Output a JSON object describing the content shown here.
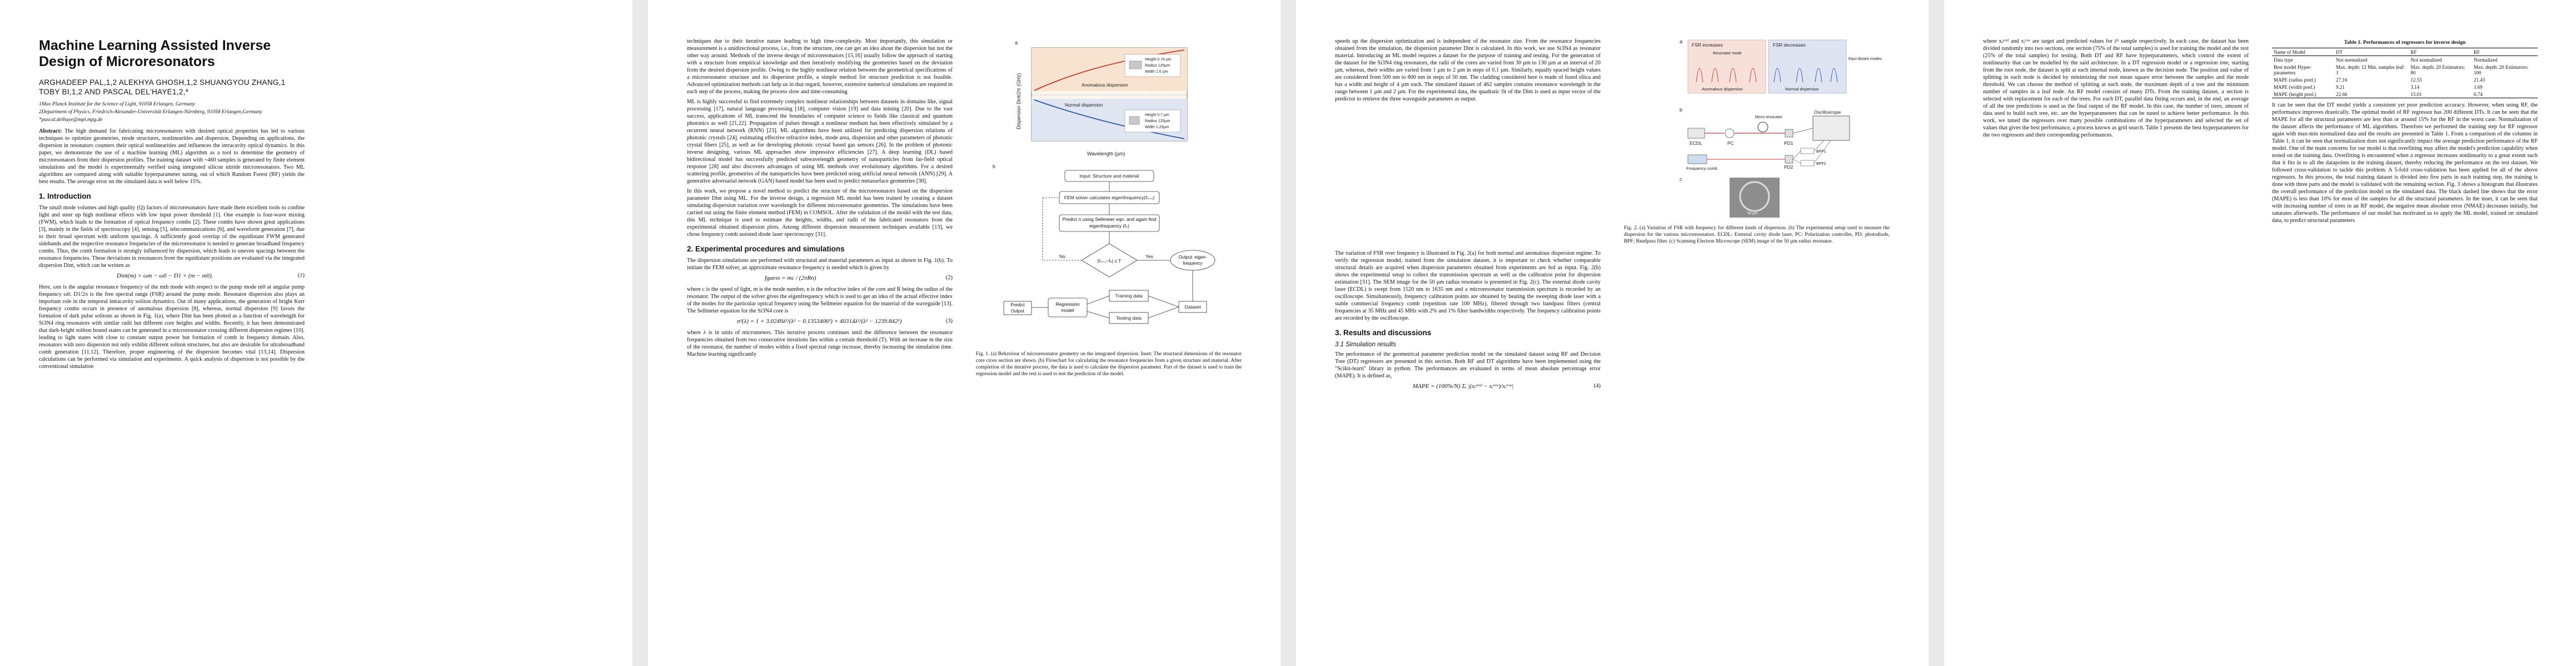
{
  "page1": {
    "title": "Machine Learning Assisted Inverse Design of Microresonators",
    "authors": "Arghadeep Pal,1,2 Alekhya Ghosh,1,2 Shuangyou Zhang,1 Toby Bi,1,2 and Pascal Del'Haye1,2,*",
    "aff1": "1Max Planck Institute for the Science of Light, 91058 Erlangen, Germany",
    "aff2": "2Department of Physics, Friedrich-Alexander-Universität Erlangen-Nürnberg, 91058 Erlangen,Germany",
    "aff3": "*pascal.delhaye@mpl.mpg.de",
    "abstract_label": "Abstract:",
    "abstract": "The high demand for fabricating microresonators with desired optical properties has led to various techniques to optimize geometries, mode structures, nonlinearities and dispersion. Depending on applications, the dispersion in resonators counters their optical nonlinearities and influences the intracavity optical dynamics. In this paper, we demonstrate the use of a machine learning (ML) algorithm as a tool to determine the geometry of microresonators from their dispersion profiles. The training dataset with ~460 samples is generated by finite element simulations and the model is experimentally verified using integrated silicon nitride microresonators. Two ML algorithms are compared along with suitable hyperparameter tuning, out of which Random Forest (RF) yields the best results. The average error on the simulated data is well below 15%.",
    "sec1": "1.   Introduction",
    "intro1": "The small mode volumes and high quality (Q) factors of microresonators have made them excellent tools to confine light and steer up high nonlinear effects with low input power threshold [1]. One example is four-wave mixing (FWM), which leads to the formation of optical frequency combs [2]. These combs have shown great applications [3], mainly in the fields of spectroscopy [4], sensing [5], telecommunications [6], and waveform generation [7], due to their broad spectrum with uniform spacings. A sufficiently good overlap of the equidistant FWM generated sidebands and the respective resonance frequencies of the microresonator is needed to generate broadband frequency combs. Thus, the comb formation is strongly influenced by dispersion, which leads to uneven spacings between the resonance frequencies. These deviations in resonances from the equidistant positions are evaluated via the integrated dispersion Dint, which can be written as",
    "eq1": "Dint(m) = ωm − ω0 − D1 × (m − m0).",
    "eq1_num": "(1)",
    "intro2": "Here, ωm is the angular resonance frequency of the mth mode with respect to the pump mode m0 at angular pump frequency ω0. D1/2π is the free spectral range (FSR) around the pump mode. Resonator dispersion also plays an important role in the temporal intracavity soliton dynamics. Out of many applications, the generation of bright Kerr frequency combs occurs in presence of anomalous dispersion [8], whereas, normal dispersion [9] favors the formation of dark pulse solitons as shown in Fig. 1(a), where Dint has been plotted as a function of wavelength for Si3N4 ring resonators with similar radii but different core heights and widths. Recently, it has been demonstrated that dark-bright soliton bound states can be generated in a microresonator crossing different dispersion regimes [10]. leading to light states with close to constant output power but formation of comb in frequency domain. Also, resonators with zero dispersion not only exhibit different soliton structures, but also are desirable for ultrabroadband comb generation [11,12]. Therefore, proper engineering of the dispersion becomes vital [13,14]. Dispersion calculations can be performed via simulation and experiments. A quick analysis of dispersion is not possible by the conventional simulation"
  },
  "page2": {
    "left1": "techniques due to their iterative nature leading to high time-complexity. Most importantly, this simulation or measurement is a unidirectional process, i.e., from the structure, one can get an idea about the dispersion but not the other way around. Methods of the inverse design of microresonators [15,16] usually follow the approach of starting with a structure from empirical knowledge and then iteratively modifying the geometries based on the deviation from the desired dispersion profile. Owing to the highly nonlinear relation between the geometrical specifications of a microresonator structure and its dispersion profile, a simple method for structure prediction is not feasible. Advanced optimization methods can help us in that regard, however, extensive numerical simulations are required in each step of the process, making the process slow and time-consuming.",
    "left2": "ML is highly successful to find extremely complex nonlinear relationships between datasets in domains like, signal processing [17], natural language processing [18], computer vision [19] and data mining [20]. Due to the vast success, applications of ML transcend the boundaries of computer science to fields like classical and quantum photonics as well [21,22]. Propagation of pulses through a nonlinear medium has been effectively simulated by a recurrent neural network (RNN) [23]. ML algorithms have been utilized for predicting dispersion relations of photonic crystals [24], estimating effective refractive index, mode area, dispersion and other parameters of photonic crystal fibers [25], as well as for developing photonic crystal based gas sensors [26]. In the problem of photonic inverse designing, various ML approaches show impressive efficiencies [27]. A deep learning (DL) based bidirectional model has successfully predicted subwavelength geometry of nanoparticles from far-field optical response [28] and also discovers advantages of using ML methods over evolutionary algorithms. For a desired scattering profile, geometries of the nanoparticles have been predicted using artificial neural network (ANN) [29]. A generative adversarial network (GAN) based model has been used to predict metasurface geometries [30].",
    "left3": "In this work, we propose a novel method to predict the structure of the microresonators based on the dispersion parameter Dint using ML. For the inverse design, a regression ML model has been trained by creating a dataset simulating dispersion variation over wavelength for different microresonator geometries. The simulations have been carried out using the finite element method (FEM) in COMSOL. After the validation of the model with the test data, this ML technique is used to estimate the heights, widths, and radii of the fabricated resonators from the experimental obtained dispersion plots. Among different dispersion measurement techniques available [13], we chose frequency comb assisted diode laser spectroscopy [31].",
    "sec2": "2.   Experimental procedures and simulations",
    "left4": "The dispersion simulations are performed with structural and material parameters as input as shown in Fig. 1(b). To initiate the FEM solver, an approximate resonance frequency is needed which is given by",
    "eq2": "fguess = mc / (2πRn)",
    "eq2_num": "(2)",
    "left5": "where c is the speed of light, m is the mode number, n is the refractive index of the core and R being the radius of the resonator. The output of the solver gives the eigenfrequency which is used to get an idea of the actual effective index of the modes for the particular optical frequency using the Sellmeier equation for the material of the waveguide [13]. The Sellmeier equation for the Si3N4 core is",
    "eq3": "n²(λ) = 1 + 3.0249λ²/(λ² − 0.1353406²) + 40314λ²/(λ² − 1239.842²)",
    "eq3_num": "(3)",
    "left6": "where λ is in units of micrometers. This iterative process continues until the difference between the resonance frequencies obtained from two consecutive iterations lies within a certain threshold (T). With an increase in the size of the resonator, the number of modes within a fixed spectral range increase, thereby increasing the simulation time. Machine learning significantly",
    "chart_ylabel": "Dispersion Dint/2π (GHz)",
    "chart_xlabel": "Wavelength (µm)",
    "chart_fig_a": "a",
    "chart_fig_b": "b",
    "chart_anom": "Anomalous dispersion",
    "chart_norm": "Normal dispersion",
    "chart_box1": [
      "Height 0.74 µm",
      "Radius 120µm",
      "Width 1.6 µm"
    ],
    "chart_box2": [
      "Height 0.7 µm",
      "Radius 120µm",
      "Width 1.25µm"
    ],
    "flow_input": "Input: Structure and material",
    "flow_fem": "FEM solver calculates eigenfrequency(fₙ₊₁)",
    "flow_predict": "Predict n using Sellmeier eqn. and again find eigenfrequency (fₙ)",
    "flow_cond": "|fₙ₊₁−fₙ| ≤ T",
    "flow_no": "No",
    "flow_yes": "Yes",
    "flow_output": "Output: eigen-frequency",
    "flow_training": "Training data",
    "flow_testing": "Testing data",
    "flow_dataset": "Dataset",
    "flow_regression": "Regression model",
    "flow_predict_out": "Predict Output",
    "fig1_caption": "Fig. 1. (a) Behaviour of microresonator geometry on the integrated dispersion. Inset: The structural dimensions of the resonator core cross section are shown. (b) Flowchart for calculating the resonance frequencies from a given structure and material. After completion of the iterative process, the data is used to calculate the dispersion parameter. Part of the dataset is used to train the regression model and the rest is used to test the prediction of the model."
  },
  "page3": {
    "left1": "speeds up the dispersion optimization and is independent of the resonator size. From the resonance frequencies obtained from the simulation, the dispersion parameter Dint is calculated. In this work, we use Si3N4 as resonator material. Introducing an ML model requires a dataset for the purpose of training and testing. For the generation of the dataset for the Si3N4 ring resonators, the radii of the cores are varied from 30 µm to 130 µm at an interval of 20 µm, whereas, their widths are varied from 1 µm to 2 µm in steps of 0.1 µm. Similarly, equally spaced height values are considered from 500 nm to 800 nm in steps of 50 nm. The cladding considered here is made of fused silica and has a width and height of 4 µm each. The simulated dataset of 462 samples contains resonance wavelength in the range between 1 µm and 2 µm. For the experimental data, the quadratic fit of the Dint is used as input vector of the predictor to retrieve the three waveguide parameters as output.",
    "left2": "The variation of FSR over frequency is illustrated in Fig. 2(a) for both normal and anomalous dispersion regime. To verify the regression model, trained from the simulation dataset, it is important to check whether comparable structural details are acquired when dispersion parameters obtained from experiments are fed as input. Fig. 2(b) shows the experimental setup to collect the transmission spectrum as well as the calibration point for dispersion estimation [31]. The SEM image for the 50 µm radius resonator is presented in Fig. 2(c). The external diode cavity laser (ECDL) is swept from 1520 nm to 1635 nm and a microresonator transmission spectrum is recorded by an oscilloscope. Simultaneously, frequency calibration points are obtained by beating the sweeping diode laser with a stable commercial frequency comb (repetition rate 100 MHz), filtered through two bandpass filters (central frequencies at 35 MHz and 45 MHz with 2% and 1% filter bandwidths respectively. The frequency calibration points are recorded by the oscilloscope.",
    "sec3": "3.   Results and discussions",
    "sub31": "3.1 Simulation results",
    "left3": "The performance of the geometrical parameter prediction model on the simulated dataset using RF and Decision Tree (DT) regressors are presented in this section. Both RF and DT algorithms have been implemented using the \"Scikit-learn\" library in python. The performances are evaluated in terms of mean absolute percentage error (MAPE). It is defined as,",
    "eq4": "MAPE = (100%/N) Σᵢ |(xᵢᵖʳᵉᵈ − xᵢᵗʳᵘᵉ)/xᵢᵗʳᵘᵉ|",
    "eq4_num": "(4)",
    "fig_a": "a",
    "fig_b": "b",
    "fig_c": "c",
    "fsr_increases": "FSR increases",
    "fsr_decreases": "FSR decreases",
    "anom_label": "Anomalous dispersion",
    "norm_label": "Normal dispersion",
    "resonator_label": "Resonator mode",
    "equi_label": "Equi-distant modes",
    "ecdl": "ECDL",
    "pc": "PC",
    "micro": "Micro-resonator",
    "pd1": "PD1",
    "pd2": "PD2",
    "bpf1": "BPF1",
    "bpf2": "BPF2",
    "osc": "Oscilloscope",
    "freq_comb": "Frequency comb",
    "sem_scale": "50 µm",
    "fig2_caption": "Fig. 2. (a) Variation of FSR with frequency for different kinds of dispersion. (b) The experimental setup used to measure the dispersion for the various microresonators. ECDL: External cavity diode laser, PC: Polarization controller, PD: photodiode, BPF: Bandpass filter. (c) Scanning Electron Microscope (SEM) image of the 50 µm radius resonator."
  },
  "page4": {
    "left1": "where xᵢᵖʳᵉᵈ and xᵢᵗʳᵘᵉ are target and predicted values for iᵗʰ sample respectively. In each case, the dataset has been divided randomly into two sections, one section (75% of the total samples) is used for training the model and the rest (25% of the total samples) for testing. Both DT and RF have hyperparameters, which control the extent of nonlinearity that can be modelled by the said architecture. In a DT regression model or a regression tree, starting from the root node, the dataset is split at each internal node, known as the decision node. The position and value of splitting in each node is decided by minimizing the root mean square error between the samples and the mode threshold. We can choose the method of splitting at each node, the maximum depth of a tree and the minimum number of samples in a leaf node. An RF model consists of many DTs. From the training dataset, a section is selected with replacement for each of the trees. For each DT, parallel data fitting occurs and, in the end, an average of all the tree predictions is used as the final output of the RF model. In this case, the number of trees, amount of data used to build each tree, etc. are the hyperparameters that can be tuned to achieve better performance. In this work, we tuned the regressors over many possible combinations of the hyperparameters and selected the set of values that gives the best performance, a process known as grid search. Table 1 presents the best hyperparameters for the two regressors and their corresponding performances.",
    "table_caption": "Table 1. Performances of regressors for inverse design",
    "table_headers": [
      "Name of Model",
      "DT",
      "RF"
    ],
    "table_rows": [
      [
        "Data type",
        "Not normalized",
        "Not normalized"
      ],
      [
        "Best model Hyper-parameters",
        "Max. depth: 12 Min. samples leaf: 1",
        "Max. depth: 20 Estimators: 80"
      ],
      [
        "MAPE (radius pred.)",
        "27.16",
        "12.55"
      ],
      [
        "MAPE (width pred.)",
        "9.21",
        "3.14"
      ],
      [
        "MAPE (height pred.)",
        "22.66",
        "15.01"
      ]
    ],
    "table_col3_header": "RF",
    "table_col3_rows": [
      "Normalized",
      "Max. depth: 20 Estimators: 100",
      "21.43",
      "1.69",
      "6.74"
    ],
    "left2": "It can be seen that the DT model yields a consistent yet poor prediction accuracy. However, when using RF, the performance improves drastically. The optimal model of RF regressor has 200 different DTs. It can be seen that the MAPE for all the structural parameters are less than or around 15% for the RF in the worst case. Normalization of the dataset affects the performance of ML algorithms. Therefore we performed the training step for RF regressor again with max-min normalized data and the results are presented in Table 1. From a comparison of the columns in Table 1, it can be seen that normalization does not significantly impact the average prediction performance of the RF model. One of the main concerns for our model is that overfitting may affect the model's prediction capability when tested on the training data. Overfitting is encountered when a regressor increases nonlinearity to a great extent such that it fits in to all the datapoints in the training dataset, thereby reducing the performance on the test dataset. We followed cross-validation to tackle this problem. A 5-fold cross-validation has been applied for all of the above regressors. In this process, the total training dataset is divided into five parts in each training step, the training is done with three parts and the model is validated with the remaining section. Fig. 3 shows a histogram that illustrates the overall performance of the prediction model on the simulated data. The black dashed line shows that the error (MAPE) is less than 10% for most of the samples for all the structural parameters. In the inset, it can be seen that with increasing number of trees in an RF model, the negative mean absolute error (NMAE) decreases initially, but saturates afterwards. The performance of our model has motivated us to apply the ML model, trained on simulated data, to predict structural parameters"
  }
}
